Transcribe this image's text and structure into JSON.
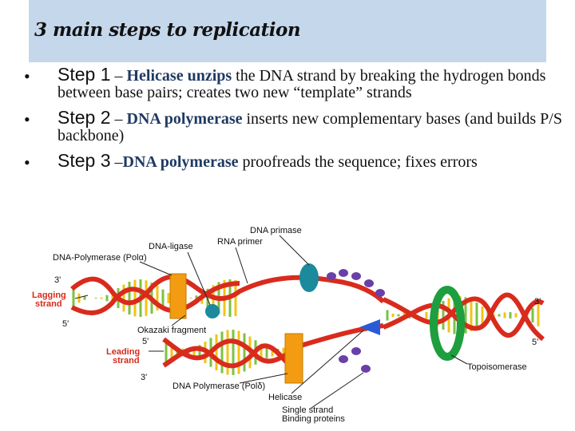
{
  "title": "3 main steps to replication",
  "bullets": [
    {
      "step": "Step 1",
      "sep": " – ",
      "term": "Helicase unzips",
      "text": " the DNA strand by breaking the hydrogen bonds between base pairs; creates two new “template” strands"
    },
    {
      "step": "Step 2",
      "sep": " – ",
      "term": "DNA polymerase",
      "text": " inserts new complementary bases (and builds P/S backbone)"
    },
    {
      "step": "Step 3",
      "sep": " –",
      "term": "DNA polymerase",
      "text": " proofreads the sequence; fixes errors"
    }
  ],
  "diagram": {
    "labels": {
      "primase": "DNA primase",
      "ligase": "DNA-ligase",
      "primer": "RNA primer",
      "pol_alpha": "DNA-Polymerase (Polα)",
      "three_prime_top": "3'",
      "lagging_1": "Lagging",
      "lagging_2": "strand",
      "five_prime_left": "5'",
      "okazaki": "Okazaki fragment",
      "five_prime_mid": "5'",
      "leading_1": "Leading",
      "leading_2": "strand",
      "three_prime_bottom": "3'",
      "pol_delta": "DNA Polymerase (Polδ)",
      "helicase": "Helicase",
      "ssb_1": "Single strand",
      "ssb_2": "Binding proteins",
      "three_prime_right": "3'",
      "five_prime_right": "5'",
      "topo": "Topoisomerase"
    },
    "colors": {
      "backbone": "#d92b1d",
      "base_green": "#7cc242",
      "base_yellow": "#f2c315",
      "polymerase": "#f39c12",
      "primase": "#1a8a9c",
      "topoisomerase": "#1e9e3e",
      "helicase": "#2a5bd7",
      "ssb": "#6a3fa8",
      "label_red": "#d62a1a"
    }
  }
}
